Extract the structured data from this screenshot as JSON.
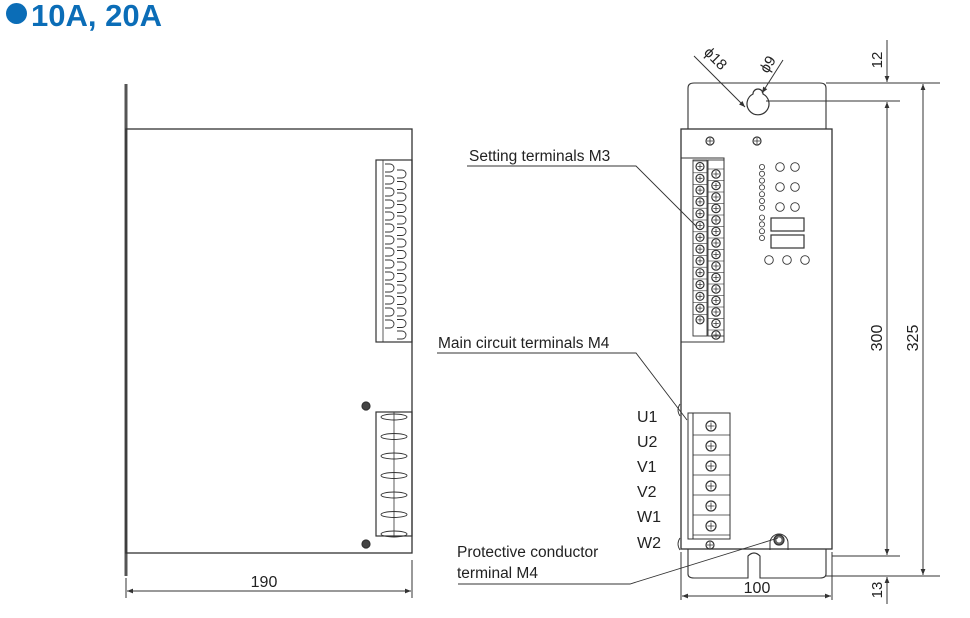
{
  "title": "10A, 20A",
  "colors": {
    "title": "#0b6db7",
    "line": "#333333"
  },
  "callouts": {
    "setting_terminals": "Setting terminals M3",
    "main_circuit_terminals": "Main circuit terminals M4",
    "protective_conductor_line1": "Protective conductor",
    "protective_conductor_line2": "terminal M4"
  },
  "terminal_labels": [
    "U1",
    "U2",
    "V1",
    "V2",
    "W1",
    "W2"
  ],
  "dimensions": {
    "side_depth": "190",
    "front_width": "100",
    "body_height": "300",
    "overall_height": "325",
    "top_margin": "12",
    "bottom_margin": "13",
    "hole_large": "ϕ18",
    "hole_small": "ϕ9"
  }
}
